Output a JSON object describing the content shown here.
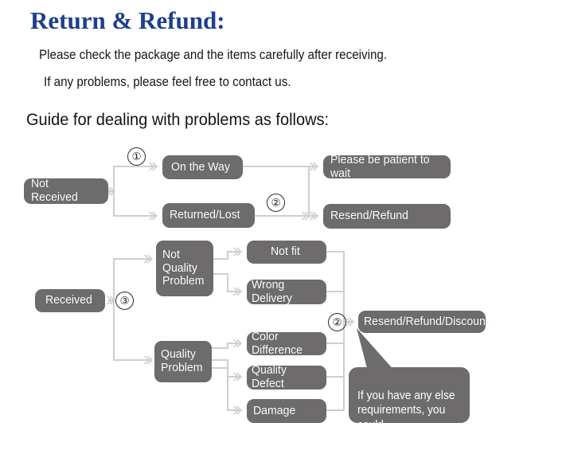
{
  "header": {
    "title": "Return & Refund:",
    "line1": "Please check the package and the items carefully after receiving.",
    "line2": "If any problems, please feel free to contact us.",
    "guide": "Guide for dealing with problems as follows:"
  },
  "flow": {
    "nodes": [
      {
        "id": "not-received",
        "label": "Not Received"
      },
      {
        "id": "on-the-way",
        "label": "On the Way"
      },
      {
        "id": "returned-lost",
        "label": "Returned/Lost"
      },
      {
        "id": "be-patient",
        "label": "Please be patient to wait"
      },
      {
        "id": "resend-refund",
        "label": "Resend/Refund"
      },
      {
        "id": "received",
        "label": "Received"
      },
      {
        "id": "not-quality",
        "label": "Not\nQuality\nProblem"
      },
      {
        "id": "quality",
        "label": "Quality\nProblem"
      },
      {
        "id": "not-fit",
        "label": "Not fit"
      },
      {
        "id": "wrong-delivery",
        "label": "Wrong Delivery"
      },
      {
        "id": "color-diff",
        "label": "Color Difference"
      },
      {
        "id": "quality-defect",
        "label": "Quality Defect"
      },
      {
        "id": "damage",
        "label": "Damage"
      },
      {
        "id": "resend-refund-discount",
        "label": "Resend/Refund/Discount"
      }
    ],
    "steps": [
      {
        "id": "step-1",
        "label": "①"
      },
      {
        "id": "step-2-top",
        "label": "②"
      },
      {
        "id": "step-3",
        "label": "③"
      },
      {
        "id": "step-2-bottom",
        "label": "②"
      }
    ],
    "callout": "If you have any else\nrequirements, you could\nalso tell us!"
  },
  "colors": {
    "title": "#1d3f8c",
    "node_fill": "#6d6b6b",
    "node_text": "#ffffff",
    "connector": "#cfcfcf",
    "body_text": "#151515",
    "background": "#ffffff"
  }
}
